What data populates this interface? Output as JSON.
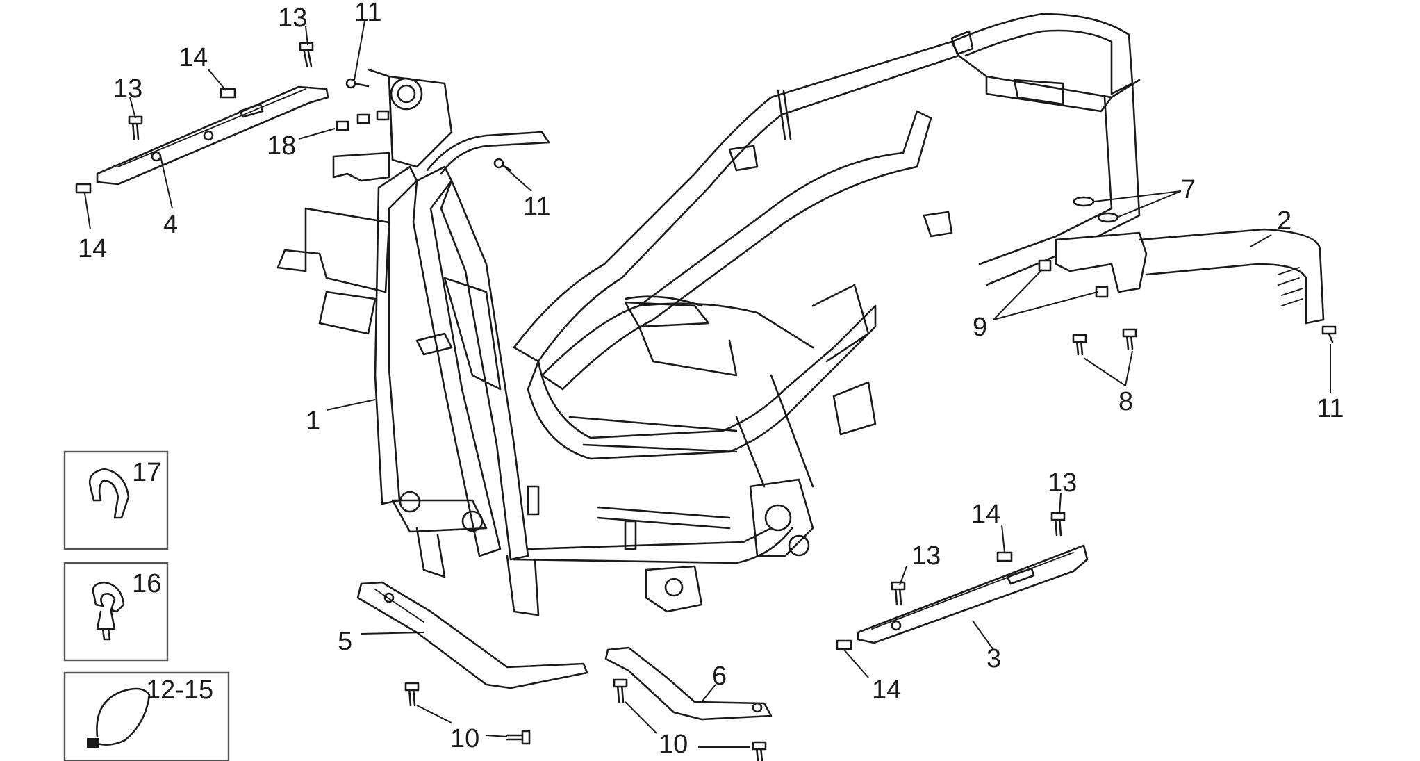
{
  "callouts": [
    {
      "id": "c1",
      "text": "1"
    },
    {
      "id": "c2",
      "text": "2"
    },
    {
      "id": "c3",
      "text": "3"
    },
    {
      "id": "c4",
      "text": "4"
    },
    {
      "id": "c5",
      "text": "5"
    },
    {
      "id": "c6",
      "text": "6"
    },
    {
      "id": "c7",
      "text": "7"
    },
    {
      "id": "c8",
      "text": "8"
    },
    {
      "id": "c9",
      "text": "9"
    },
    {
      "id": "c10a",
      "text": "10"
    },
    {
      "id": "c10b",
      "text": "10"
    },
    {
      "id": "c11a",
      "text": "11"
    },
    {
      "id": "c11b",
      "text": "11"
    },
    {
      "id": "c11c",
      "text": "11"
    },
    {
      "id": "c13a",
      "text": "13"
    },
    {
      "id": "c13b",
      "text": "13"
    },
    {
      "id": "c13c",
      "text": "13"
    },
    {
      "id": "c13d",
      "text": "13"
    },
    {
      "id": "c14a",
      "text": "14"
    },
    {
      "id": "c14b",
      "text": "14"
    },
    {
      "id": "c14c",
      "text": "14"
    },
    {
      "id": "c14d",
      "text": "14"
    },
    {
      "id": "c18",
      "text": "18"
    }
  ],
  "inset_boxes": [
    {
      "id": "box17",
      "text": "17"
    },
    {
      "id": "box16",
      "text": "16"
    },
    {
      "id": "box12_15",
      "text": "12-15"
    }
  ]
}
